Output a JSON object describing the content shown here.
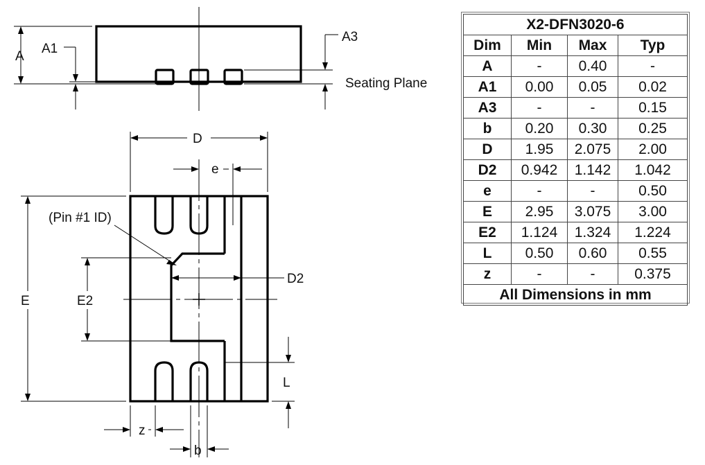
{
  "table": {
    "title": "X2-DFN3020-6",
    "headers": [
      "Dim",
      "Min",
      "Max",
      "Typ"
    ],
    "rows": [
      [
        "A",
        "-",
        "0.40",
        "-"
      ],
      [
        "A1",
        "0.00",
        "0.05",
        "0.02"
      ],
      [
        "A3",
        "-",
        "-",
        "0.15"
      ],
      [
        "b",
        "0.20",
        "0.30",
        "0.25"
      ],
      [
        "D",
        "1.95",
        "2.075",
        "2.00"
      ],
      [
        "D2",
        "0.942",
        "1.142",
        "1.042"
      ],
      [
        "e",
        "-",
        "-",
        "0.50"
      ],
      [
        "E",
        "2.95",
        "3.075",
        "3.00"
      ],
      [
        "E2",
        "1.124",
        "1.324",
        "1.224"
      ],
      [
        "L",
        "0.50",
        "0.60",
        "0.55"
      ],
      [
        "z",
        "-",
        "-",
        "0.375"
      ]
    ],
    "footer": "All Dimensions in mm"
  },
  "labels": {
    "a": "A",
    "a1": "A1",
    "a3": "A3",
    "seating_plane": "Seating Plane",
    "d": "D",
    "e_pitch": "e",
    "pin1": "(Pin #1 ID)",
    "d2": "D2",
    "e_big": "E",
    "e2": "E2",
    "l": "L",
    "z": "z",
    "b": "b"
  }
}
